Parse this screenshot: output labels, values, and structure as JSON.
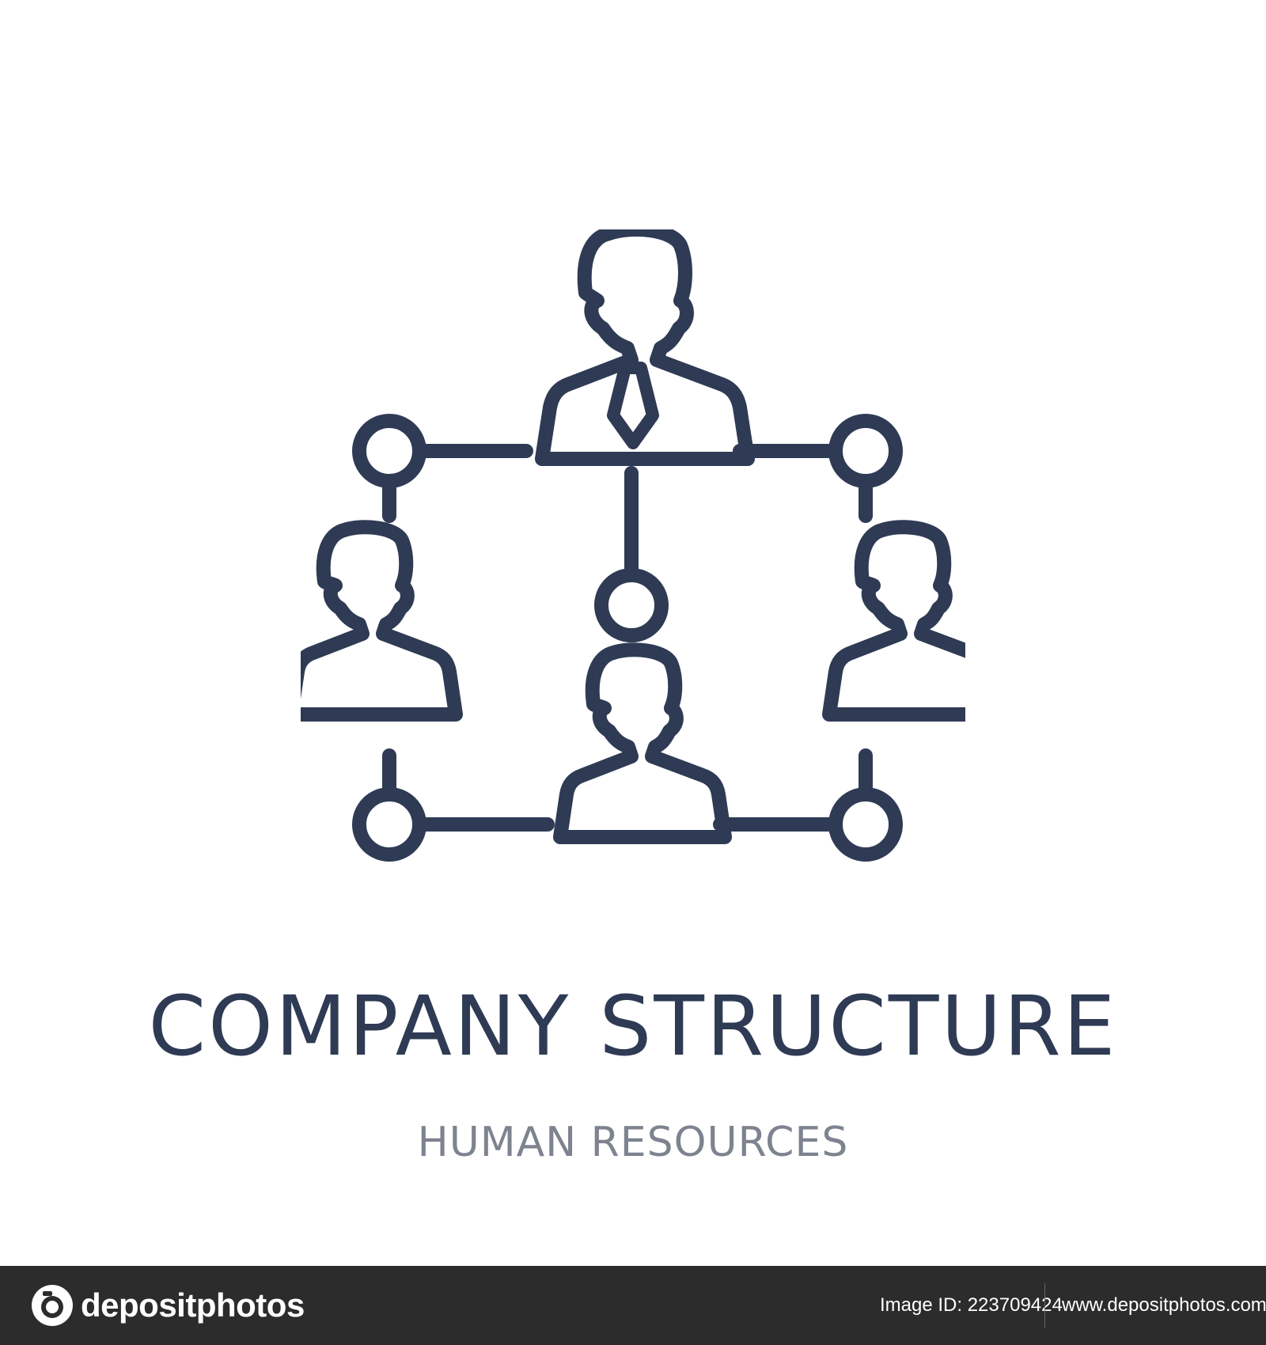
{
  "title": "COMPANY STRUCTURE",
  "subtitle": "HUMAN RESOURCES",
  "footer": {
    "brand": "depositphotos",
    "image_id": "Image ID: 223709424",
    "url": "www.depositphotos.com"
  },
  "colors": {
    "icon_stroke": "#2f3b55",
    "title": "#2f3b55",
    "subtitle": "#7d838f",
    "footer_bg": "#2c2c2c",
    "background": "#ffffff"
  },
  "icons": [
    "company-structure-icon",
    "person-icon",
    "node-circle-icon",
    "camera-logo-icon"
  ]
}
